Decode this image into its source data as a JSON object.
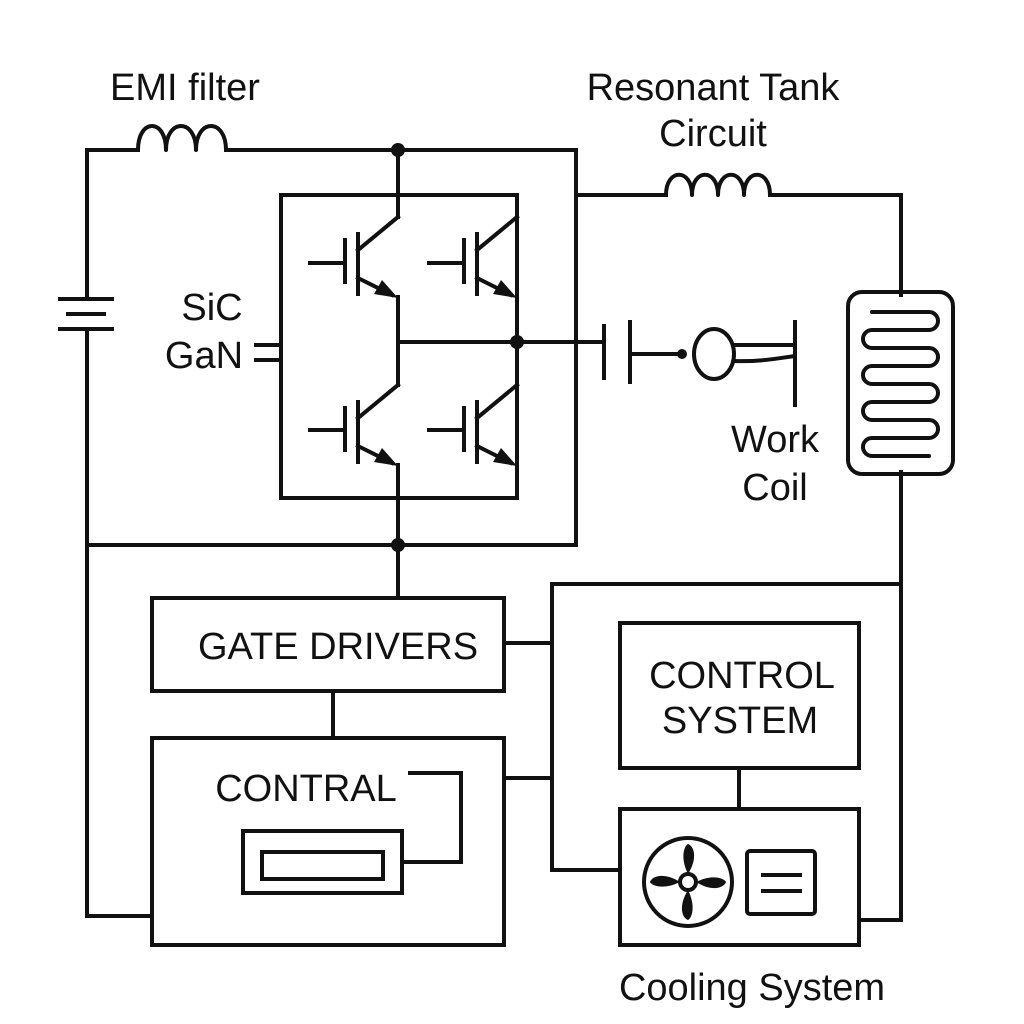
{
  "labels": {
    "emi_filter": "EMI filter",
    "resonant_tank_line1": "Resonant Tank",
    "resonant_tank_line2": "Circuit",
    "device_line1": "SiC",
    "device_line2": "GaN",
    "work_coil_line1": "Work",
    "work_coil_line2": "Coil",
    "gate_drivers": "GATE DRIVERS",
    "contral": "CONTRAL",
    "control_system_line1": "CONTROL",
    "control_system_line2": "SYSTEM",
    "cooling_system": "Cooling System"
  },
  "icons": [
    "dc-source-icon",
    "inductor-icon",
    "igbt-icon",
    "capacitor-icon",
    "induction-coil-icon",
    "fan-icon",
    "display-icon"
  ]
}
